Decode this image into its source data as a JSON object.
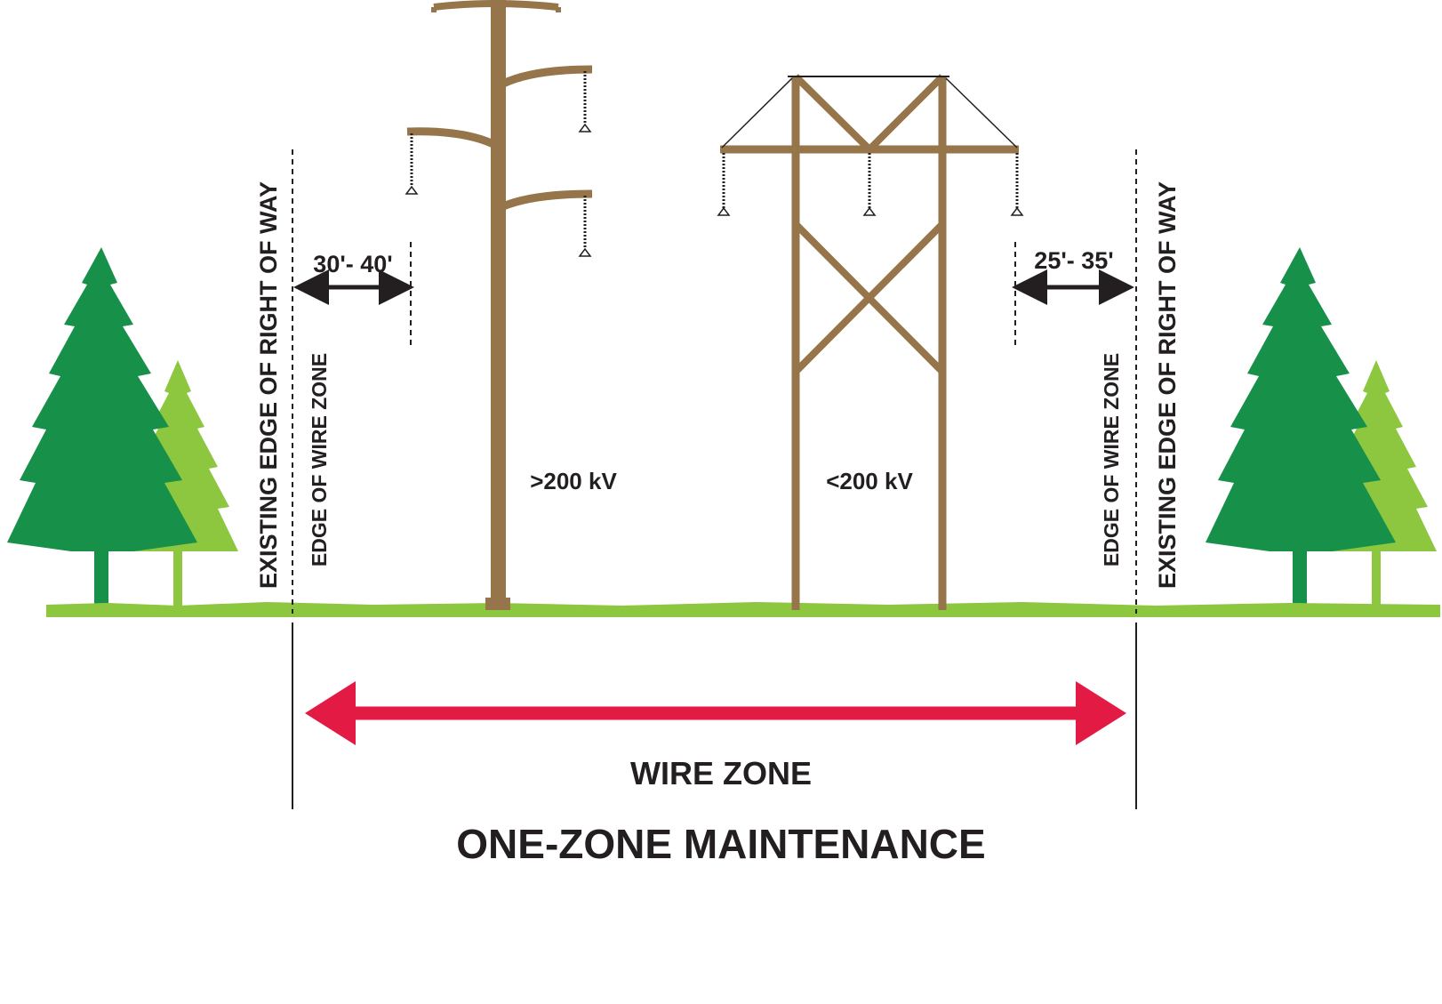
{
  "labels": {
    "edge_row_left": "EXISTING EDGE OF RIGHT OF WAY",
    "edge_wire_left": "EDGE OF WIRE ZONE",
    "edge_wire_right": "EDGE OF WIRE ZONE",
    "edge_row_right": "EXISTING EDGE OF RIGHT OF WAY",
    "dist_left": "30'- 40'",
    "dist_right": "25'- 35'",
    "volt_high": ">200 kV",
    "volt_low": "<200 kV",
    "wire_zone": "WIRE ZONE",
    "title": "ONE-ZONE MAINTENANCE"
  },
  "colors": {
    "pole": "#957549",
    "ground": "#8dc63f",
    "tree_dark": "#17904a",
    "tree_light": "#8dc63f",
    "arrow_red": "#e31a44",
    "text": "#231f20"
  }
}
